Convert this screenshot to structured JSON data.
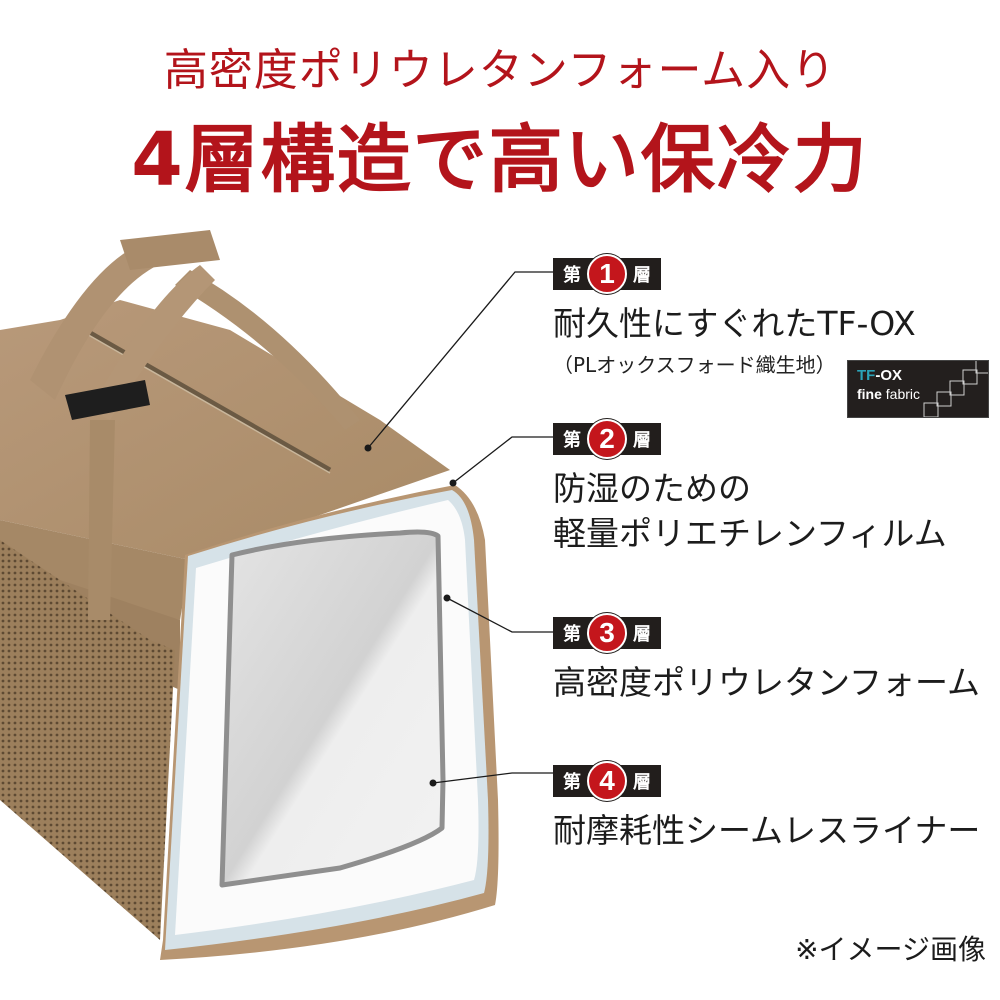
{
  "headline": {
    "sub": "高密度ポリウレタンフォーム入り",
    "main": "4層構造で高い保冷力"
  },
  "colors": {
    "accent_red": "#b3141b",
    "badge_dark": "#221e1c",
    "bag_tan": "#b39470",
    "film_blue": "#d6e2e8",
    "liner_gray": "#8f8f8f"
  },
  "layers": [
    {
      "prefix": "第",
      "number": "1",
      "suffix": "層",
      "title": "耐久性にすぐれたTF-OX",
      "note": "（PLオックスフォード織生地）"
    },
    {
      "prefix": "第",
      "number": "2",
      "suffix": "層",
      "title_line1": "防湿のための",
      "title_line2": "軽量ポリエチレンフィルム"
    },
    {
      "prefix": "第",
      "number": "3",
      "suffix": "層",
      "title": "高密度ポリウレタンフォーム"
    },
    {
      "prefix": "第",
      "number": "4",
      "suffix": "層",
      "title": "耐摩耗性シームレスライナー"
    }
  ],
  "fabric_logo": {
    "line1_accent": "TF",
    "line1_rest": "-OX",
    "line2_bold": "fine",
    "line2_rest": " fabric"
  },
  "caption": "※イメージ画像"
}
